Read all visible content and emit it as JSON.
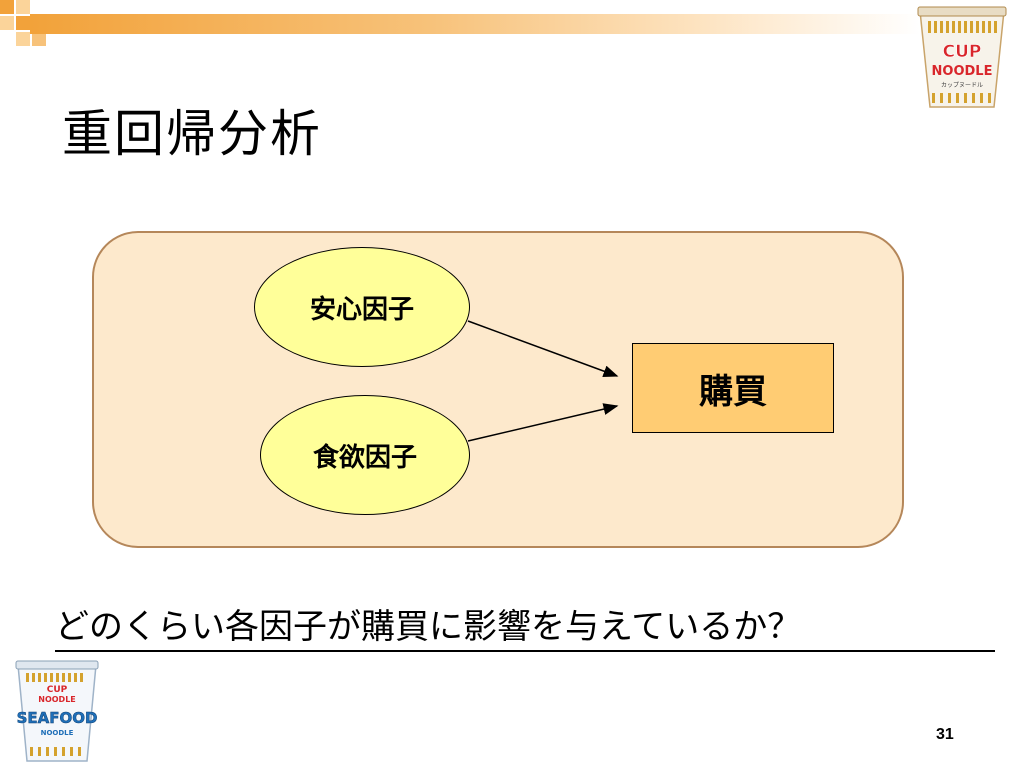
{
  "slide": {
    "title": "重回帰分析",
    "page_number": "31",
    "question": "どのくらい各因子が購買に影響を与えているか？"
  },
  "diagram": {
    "factors": [
      {
        "label": "安心因子"
      },
      {
        "label": "食欲因子"
      }
    ],
    "outcome": {
      "label": "購買"
    }
  },
  "logos": {
    "top": {
      "line1": "CUP",
      "line2": "NOODLE",
      "sub": "カップヌードル"
    },
    "bottom": {
      "line1": "CUP",
      "line2": "NOODLE",
      "brand": "SEAFOOD",
      "sub": "NOODLE"
    }
  },
  "colors": {
    "accent_orange": "#f2a23a",
    "panel_fill": "#fde9cc",
    "panel_border": "#b5875a",
    "factor_fill": "#ffff99",
    "outcome_fill": "#ffcc73",
    "cup_red": "#d9262b",
    "seafood_blue": "#1f6fb8"
  }
}
